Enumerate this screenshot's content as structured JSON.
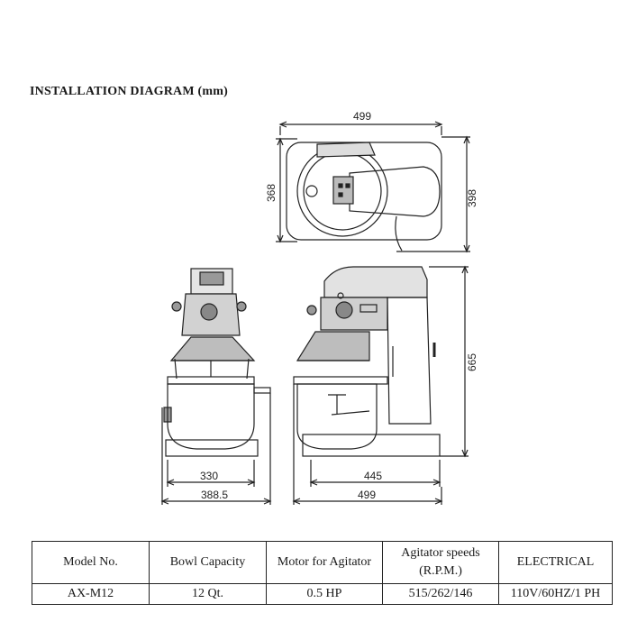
{
  "title": "INSTALLATION DIAGRAM (mm)",
  "dimensions": {
    "top_width": "499",
    "top_depth_inner": "368",
    "top_depth_outer": "398",
    "height": "665",
    "front_base_width": "330",
    "front_total_width": "388.5",
    "side_base_width": "445",
    "side_total_width": "499"
  },
  "table": {
    "headers": [
      "Model No.",
      "Bowl Capacity",
      "Motor for Agitator",
      "Agitator speeds",
      "(R.P.M.)",
      "ELECTRICAL"
    ],
    "row": [
      "AX-M12",
      "12 Qt.",
      "0.5 HP",
      "515/262/146",
      "110V/60HZ/1 PH"
    ]
  }
}
